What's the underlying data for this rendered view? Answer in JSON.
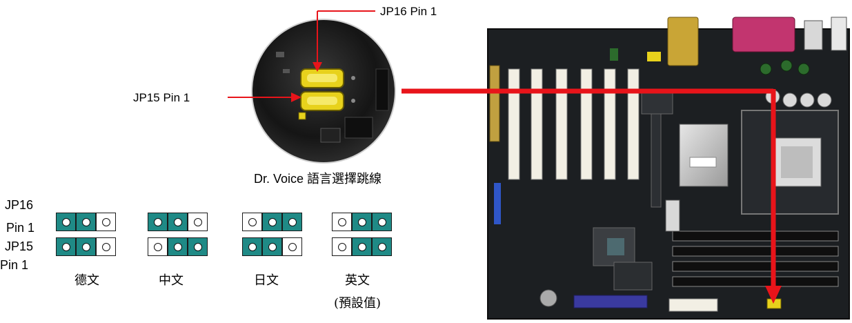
{
  "callouts": {
    "jp16_pin1": "JP16 Pin 1",
    "jp15_pin1": "JP15  Pin  1"
  },
  "caption": "Dr. Voice  語言選擇跳線",
  "side_labels": {
    "jp16": "JP16",
    "pin1_top": "Pin 1",
    "jp15": "JP15",
    "pin1_bottom": "Pin 1"
  },
  "configs": [
    {
      "language": "德文",
      "note": "",
      "jp16": [
        true,
        true,
        false
      ],
      "jp15": [
        true,
        true,
        false
      ]
    },
    {
      "language": "中文",
      "note": "",
      "jp16": [
        true,
        true,
        false
      ],
      "jp15": [
        false,
        true,
        true
      ]
    },
    {
      "language": "日文",
      "note": "",
      "jp16": [
        false,
        true,
        true
      ],
      "jp15": [
        true,
        true,
        false
      ]
    },
    {
      "language": "英文",
      "note": "(預設值)",
      "jp16": [
        false,
        true,
        true
      ],
      "jp15": [
        false,
        true,
        true
      ]
    }
  ],
  "colors": {
    "jumper_cap": "#1f8a86",
    "arrow": "#e8141a",
    "board": "#1c1f22",
    "slot": "#f2efe4",
    "connector_gold": "#c9a536",
    "connector_pink": "#c2356f"
  }
}
